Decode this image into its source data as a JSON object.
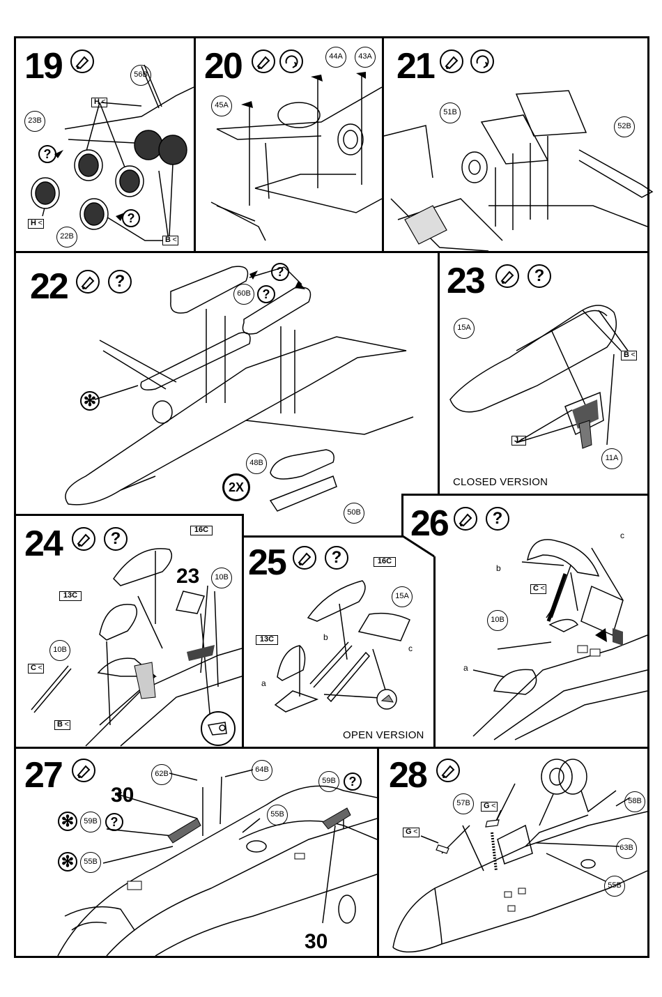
{
  "steps": [
    {
      "number": "19"
    },
    {
      "number": "20"
    },
    {
      "number": "21"
    },
    {
      "number": "22"
    },
    {
      "number": "23"
    },
    {
      "number": "24"
    },
    {
      "number": "25"
    },
    {
      "number": "26"
    },
    {
      "number": "27"
    },
    {
      "number": "28"
    }
  ],
  "captions": {
    "closed_version": "CLOSED VERSION",
    "open_version": "OPEN VERSION"
  },
  "symbols": {
    "question": "?",
    "two_x": "2X",
    "star": "✻"
  },
  "labels": {
    "a": "a",
    "b": "b",
    "c": "c",
    "ref_23": "23",
    "ref_30": "30"
  },
  "parts": {
    "p56B": "56B",
    "p23B": "23B",
    "p22B": "22B",
    "p45A": "45A",
    "p44A": "44A",
    "p43A": "43A",
    "p51B": "51B",
    "p52B": "52B",
    "p60B": "60B",
    "p48B": "48B",
    "p50B": "50B",
    "p15A": "15A",
    "p11A": "11A",
    "p16C": "16C",
    "p13C": "13C",
    "p10B": "10B",
    "p62B": "62B",
    "p64B": "64B",
    "p59B": "59B",
    "p55B": "55B",
    "p57B": "57B",
    "p58B": "58B",
    "p63B": "63B"
  },
  "color_codes": {
    "H": "H",
    "B": "B",
    "J": "J",
    "C": "C",
    "G": "G"
  },
  "icons": {
    "glue": "glue-tube-icon",
    "rotate": "rotate-arrow-icon",
    "paint": "paint-question-icon",
    "star": "star-marker-icon"
  }
}
